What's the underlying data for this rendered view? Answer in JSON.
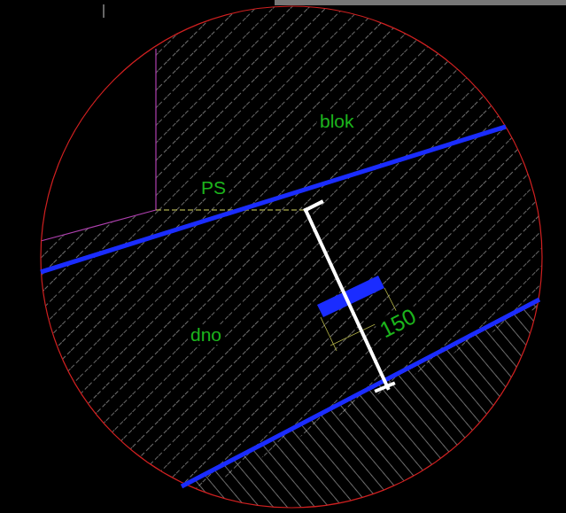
{
  "diagram": {
    "labels": [
      "blok",
      "PS",
      "dno",
      "150"
    ]
  }
}
